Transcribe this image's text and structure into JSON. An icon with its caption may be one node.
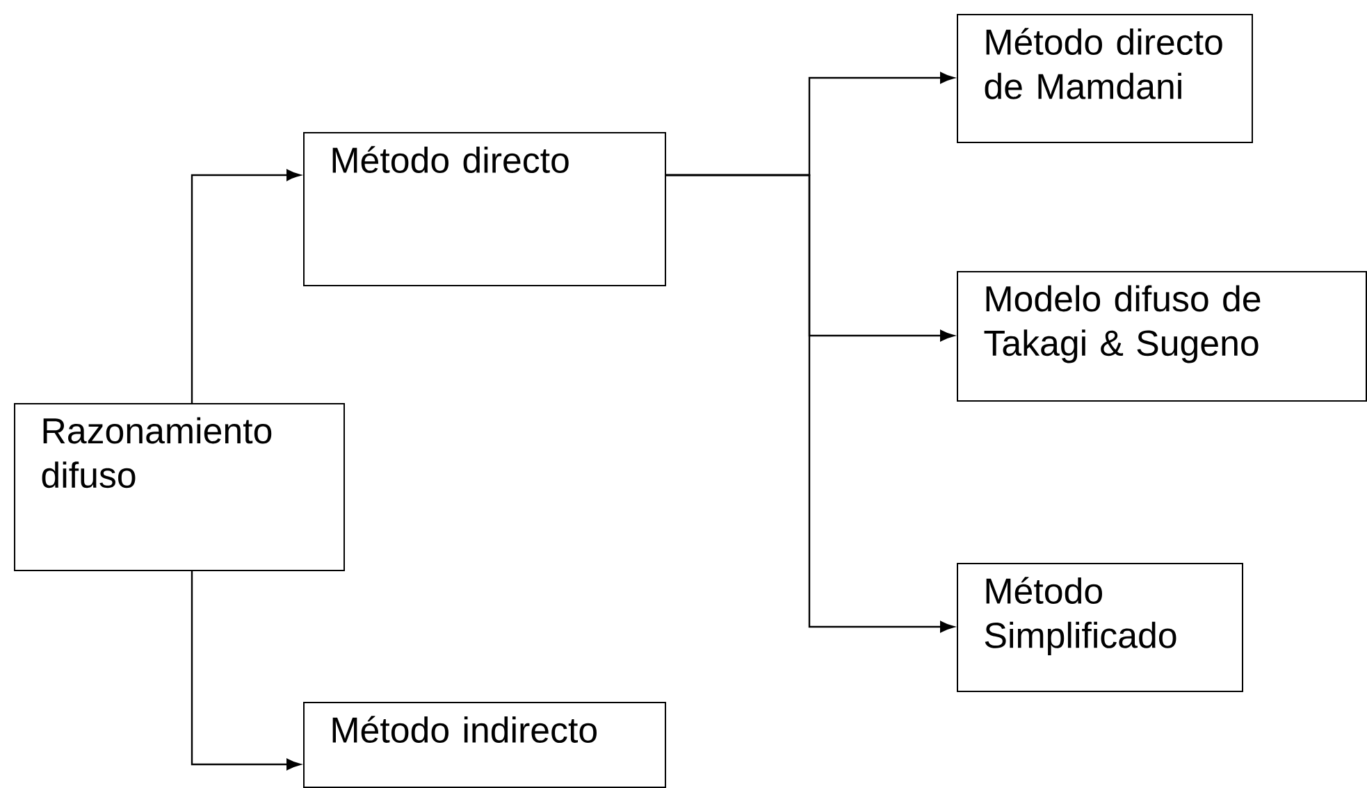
{
  "diagram": {
    "nodes": [
      {
        "text": [
          "Razonamiento difuso"
        ]
      },
      {
        "text": [
          "Método directo"
        ]
      },
      {
        "text": [
          "Método indirecto"
        ]
      },
      {
        "text": [
          "Método directo de Mamdani"
        ]
      },
      {
        "text": [
          "Modelo difuso de Takagi & Sugeno"
        ]
      },
      {
        "text": [
          "Método Simplificado"
        ]
      }
    ],
    "edges": [
      {
        "from": 0,
        "to": 1,
        "arrow": "to"
      },
      {
        "from": 0,
        "to": 2,
        "arrow": "to"
      },
      {
        "from": 1,
        "to": 3,
        "arrow": "to"
      },
      {
        "from": 1,
        "to": 4,
        "arrow": "to"
      },
      {
        "from": 1,
        "to": 5,
        "arrow": "to"
      }
    ]
  }
}
